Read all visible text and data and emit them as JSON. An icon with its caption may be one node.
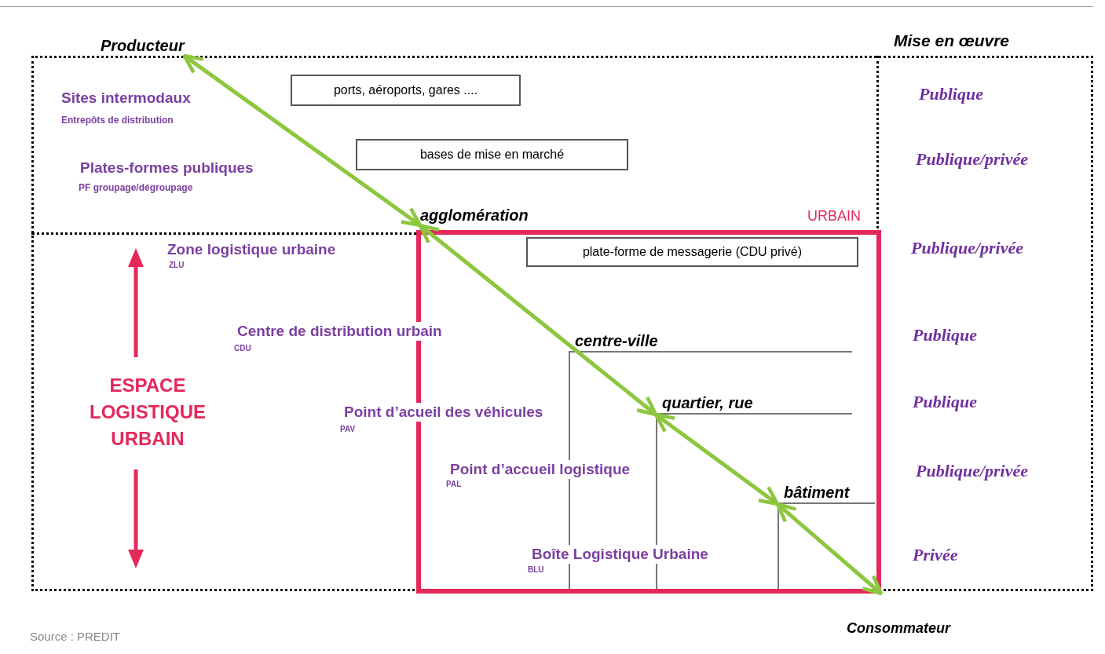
{
  "diagram": {
    "nodes": [
      {
        "text": [
          "Producteur"
        ]
      },
      {
        "text": [
          "ports, aéroports, gares ...."
        ]
      },
      {
        "text": [
          "bases de mise en marché"
        ]
      },
      {
        "text": [
          "agglomération"
        ]
      },
      {
        "text": [
          "URBAIN"
        ]
      },
      {
        "text": [
          "plate-forme de messagerie (CDU privé)"
        ],
        "in": 4
      },
      {
        "text": [
          "centre-ville"
        ],
        "in": 4
      },
      {
        "text": [
          "quartier, rue"
        ],
        "in": 4
      },
      {
        "text": [
          "bâtiment"
        ],
        "in": 4
      }
    ],
    "edges": [
      {
        "from": 0,
        "to": 3,
        "arrow": "both"
      },
      {
        "from": 3,
        "to": 7,
        "arrow": "both"
      },
      {
        "from": 7,
        "to": 8,
        "arrow": "both"
      },
      {
        "from": 8,
        "to": 4,
        "arrow": "both"
      }
    ],
    "labels": [
      "Mise en œuvre",
      "Sites intermodaux",
      "Entrepôts de distribution",
      "Publique",
      "Plates-formes publiques",
      "PF groupage/dégroupage",
      "Publique/privée",
      "Publique/privée",
      "Zone logistique urbaine",
      "ZLU",
      "Centre de distribution urbain",
      "CDU",
      "Publique",
      "ESPACE LOGISTIQUE URBAIN",
      "Point d’acueil des véhicules",
      "PAV",
      "Publique",
      "Point d’accueil logistique",
      "PAL",
      "Publique/privée",
      "Boîte Logistique Urbaine",
      "BLU",
      "Privée",
      "Consommateur",
      "Source : PREDIT"
    ]
  }
}
